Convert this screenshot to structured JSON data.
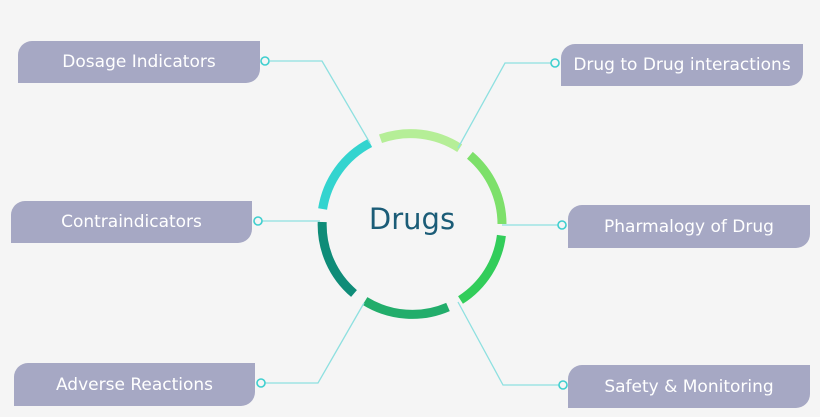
{
  "diagram": {
    "center": {
      "label": "Drugs",
      "color": "#1b5c77"
    },
    "ring_segments": [
      {
        "position": "top",
        "color": "#b5ee97"
      },
      {
        "position": "upper-right",
        "color": "#7de06a"
      },
      {
        "position": "lower-right",
        "color": "#32cd5a"
      },
      {
        "position": "bottom",
        "color": "#22ad6b"
      },
      {
        "position": "lower-left",
        "color": "#0f8c78"
      },
      {
        "position": "upper-left",
        "color": "#33d4cf"
      }
    ],
    "nodes": {
      "dosage": {
        "label": "Dosage Indicators",
        "side": "left"
      },
      "contra": {
        "label": "Contraindicators",
        "side": "left"
      },
      "adverse": {
        "label": "Adverse Reactions",
        "side": "left"
      },
      "interactions": {
        "label": "Drug to Drug interactions",
        "side": "right"
      },
      "pharmacology": {
        "label": "Pharmalogy of Drug",
        "side": "right"
      },
      "safety": {
        "label": "Safety & Monitoring",
        "side": "right"
      }
    },
    "node_color": "#a6a8c4",
    "connector_color": "#8ee0e0"
  }
}
